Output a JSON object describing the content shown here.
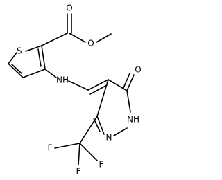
{
  "molecule": {
    "atoms": {
      "S": "S",
      "O_carbonyl": "O",
      "O_ester": "O",
      "NH_amine": "NH",
      "O_ketone": "O",
      "NH_ring": "NH",
      "N_ring": "N",
      "F1": "F",
      "F2": "F",
      "F3": "F"
    }
  },
  "colors": {
    "bond": "#000000",
    "background": "#ffffff"
  }
}
